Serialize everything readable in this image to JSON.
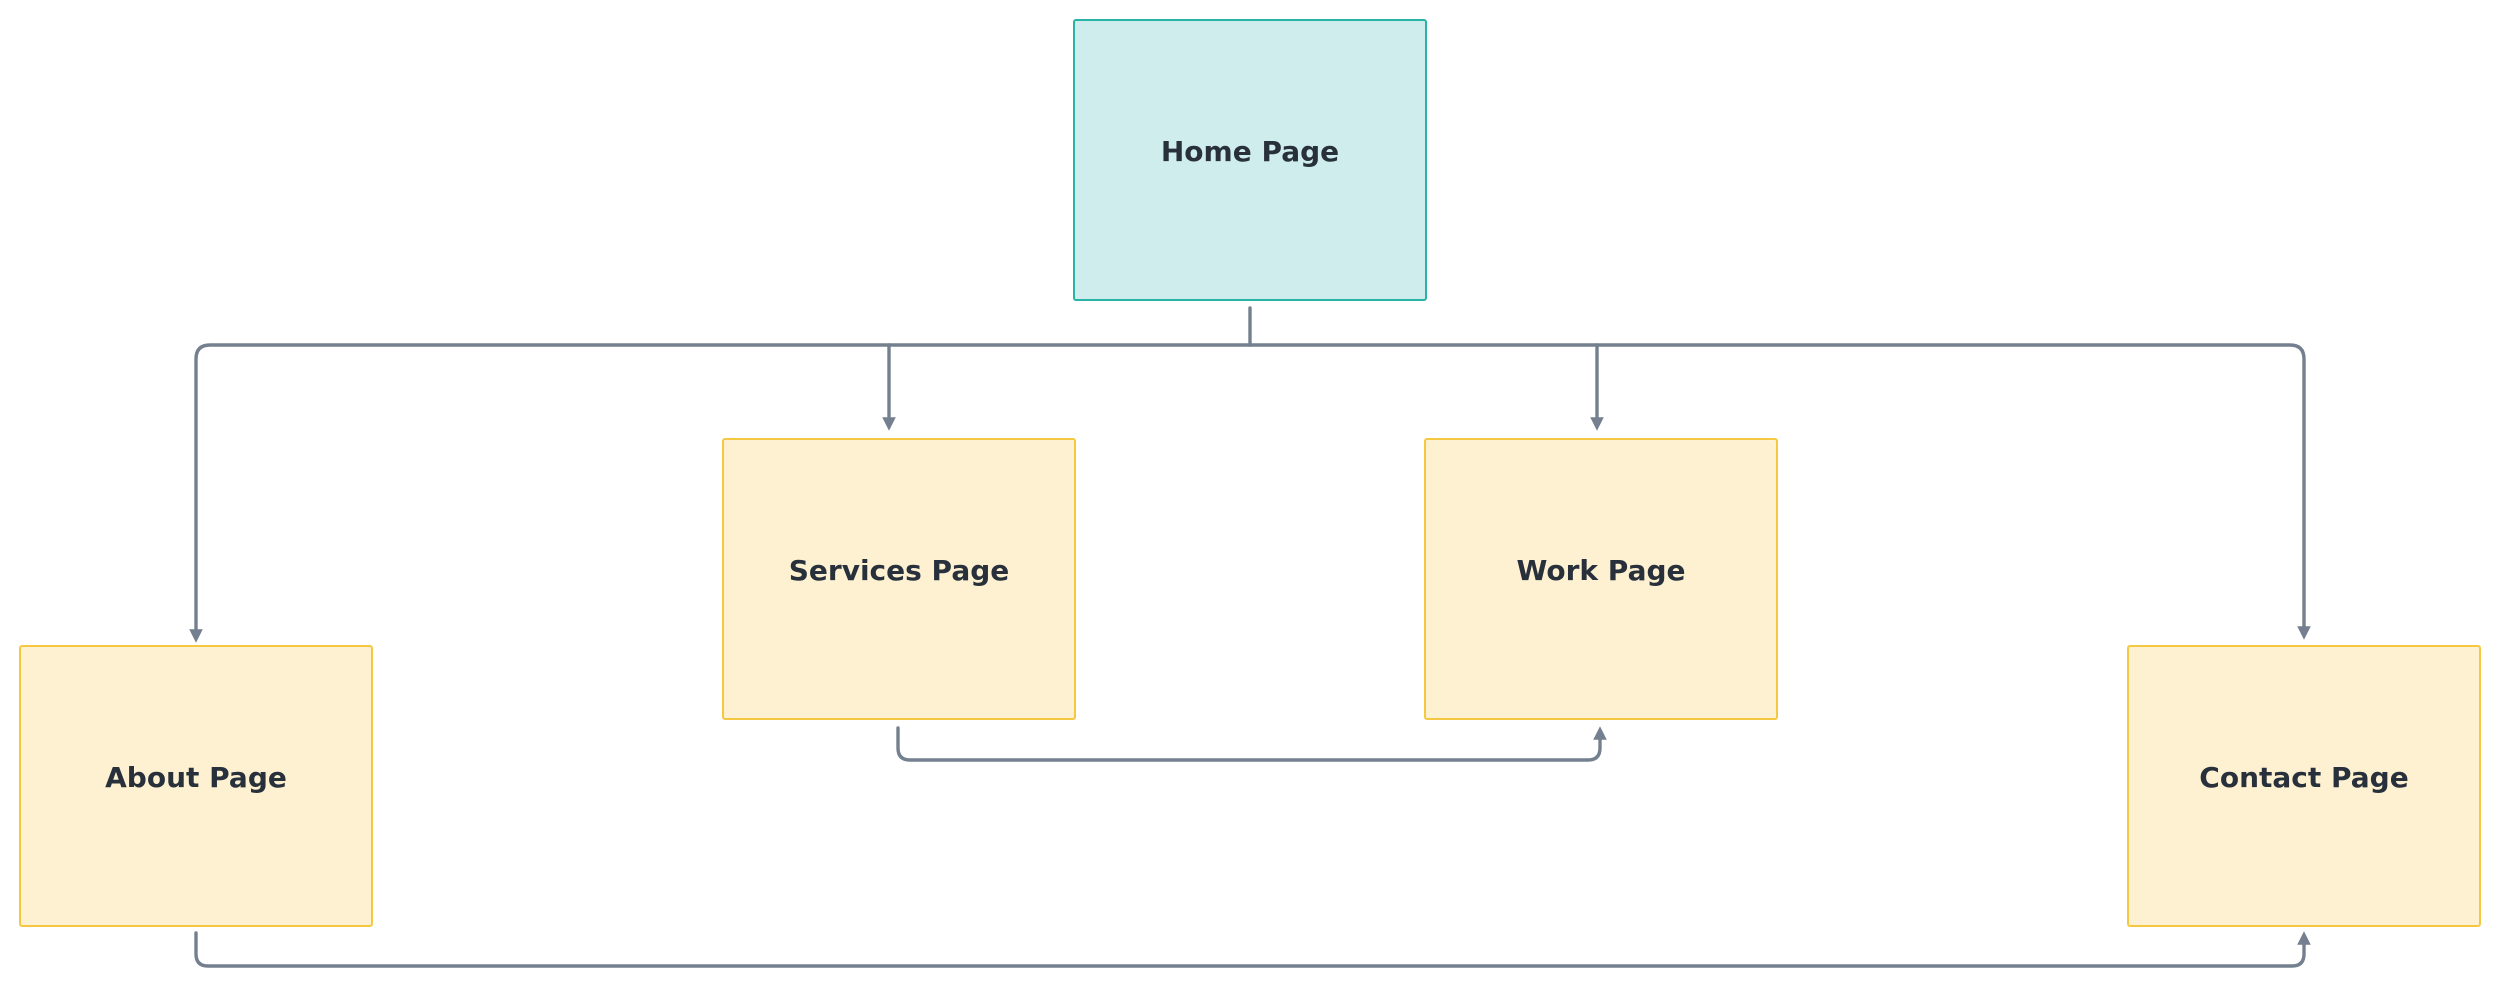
{
  "colors": {
    "background": "#ffffff",
    "home_fill": "#cfedec",
    "home_stroke": "#27b3a5",
    "page_fill": "#fdf1d2",
    "page_stroke": "#f5c842",
    "connector": "#74808f",
    "label": "#28313b"
  },
  "nodes": {
    "home": {
      "label": "Home Page"
    },
    "services": {
      "label": "Services Page"
    },
    "work": {
      "label": "Work Page"
    },
    "about": {
      "label": "About Page"
    },
    "contact": {
      "label": "Contact Page"
    }
  },
  "edges": [
    {
      "from": "Home Page",
      "to": "About Page"
    },
    {
      "from": "Home Page",
      "to": "Services Page"
    },
    {
      "from": "Home Page",
      "to": "Work Page"
    },
    {
      "from": "Home Page",
      "to": "Contact Page"
    },
    {
      "from": "Services Page",
      "to": "Work Page"
    },
    {
      "from": "About Page",
      "to": "Contact Page"
    }
  ]
}
